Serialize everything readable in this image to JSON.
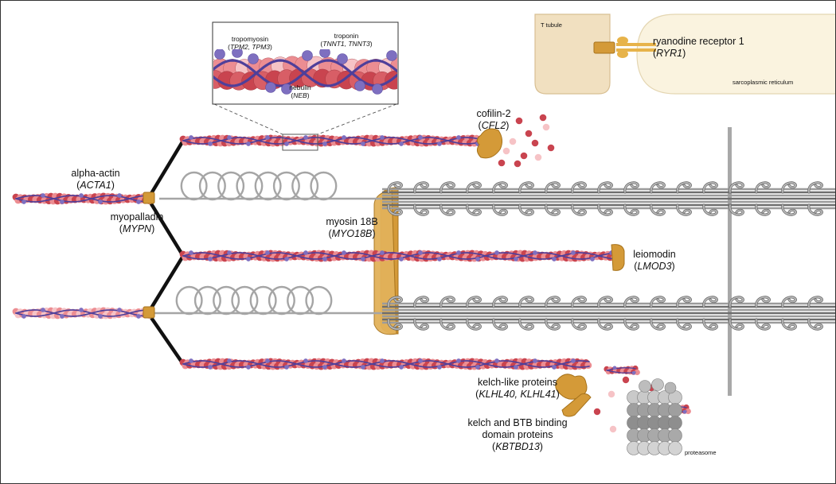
{
  "labels": {
    "inset": {
      "tropomyosin": "tropomyosin",
      "tropomyosin_genes": "TPM2, TPM3",
      "troponin": "troponin",
      "troponin_genes": "TNNT1, TNNT3",
      "nebulin": "nebulin",
      "nebulin_gene": "NEB"
    },
    "t_tubule": "T tubule",
    "sarcoplasmic_reticulum": "sarcoplasmic reticulum",
    "ryanodine": {
      "name": "ryanodine receptor 1",
      "gene": "RYR1"
    },
    "cofilin": {
      "name": "cofilin-2",
      "gene": "CFL2"
    },
    "alpha_actin": {
      "name": "alpha-actin",
      "gene": "ACTA1"
    },
    "myopalladin": {
      "name": "myopalladin",
      "gene": "MYPN"
    },
    "myosin18b": {
      "name": "myosin 18B",
      "gene": "MYO18B"
    },
    "leiomodin": {
      "name": "leiomodin",
      "gene": "LMOD3"
    },
    "kelch_like": {
      "name": "kelch-like proteins",
      "gene": "KLHL40, KLHL41"
    },
    "kbtbd": {
      "name_line1": "kelch and BTB  binding",
      "name_line2": "domain proteins",
      "gene": "KBTBD13"
    },
    "proteasome": "proteasome"
  },
  "colors": {
    "actin_dark": "#c9444f",
    "actin_light": "#ec8d92",
    "actin_pale": "#f6c3c6",
    "tropomyosin_strand": "#4f3f9a",
    "troponin_purple": "#7e6fc0",
    "protein_gold": "#d49a38",
    "gold_edge": "#a7731c",
    "myosin_grey": "#8a8a8a",
    "titin_grey": "#a5a5a5",
    "zdisc_grey": "#a8a8a8",
    "ttubule_fill": "#f1e0c0",
    "sr_fill": "#faf3df"
  },
  "icons": [
    "actin-filament",
    "titin-spring",
    "myosin-thick-filament",
    "z-disc-line",
    "proteasome-complex",
    "ryanodine-receptor-channel",
    "cofilin-blob",
    "leiomodin-cap"
  ]
}
